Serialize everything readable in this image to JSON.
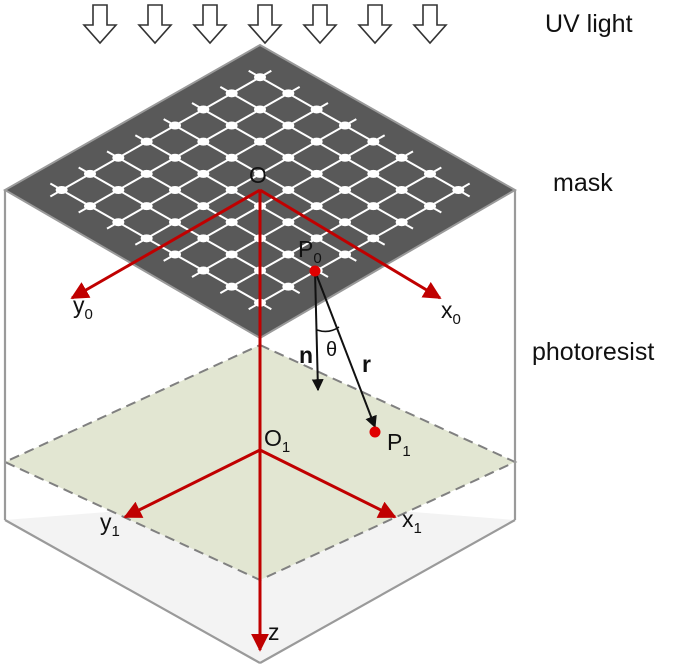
{
  "labels": {
    "uv_light": "UV light",
    "mask": "mask",
    "photoresist": "photoresist"
  },
  "axes": {
    "origin0": "O",
    "origin1": "O",
    "origin1_sub": "1",
    "x0": "x",
    "x0_sub": "0",
    "y0": "y",
    "y0_sub": "0",
    "x1": "x",
    "x1_sub": "1",
    "y1": "y",
    "y1_sub": "1",
    "z": "z"
  },
  "points": {
    "p0": "P",
    "p0_sub": "0",
    "p1": "P",
    "p1_sub": "1"
  },
  "vectors": {
    "n": "n",
    "r": "r",
    "theta": "θ"
  },
  "colors": {
    "axis_red": "#c00000",
    "mask_fill": "#595959",
    "photoresist_fill": "#e2e6d2",
    "bottom_fill": "#f2f2f2",
    "point_red": "#e00000"
  },
  "uv_arrow_count": 7
}
